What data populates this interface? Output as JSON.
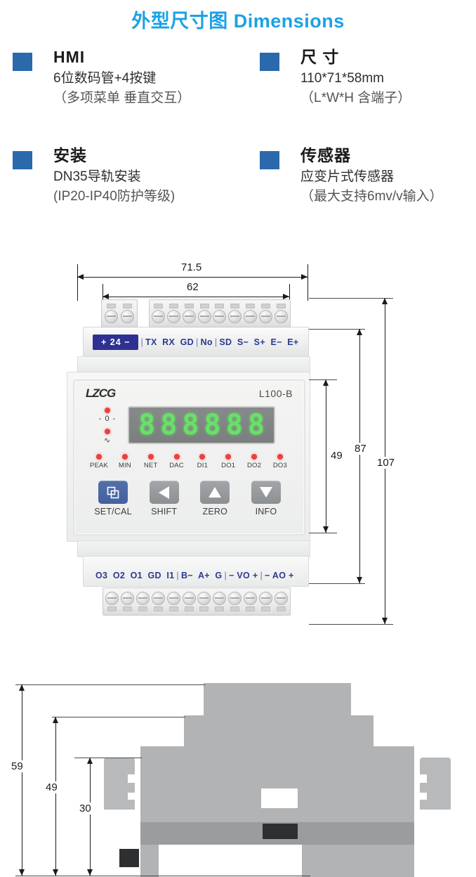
{
  "header": {
    "title": "外型尺寸图 Dimensions",
    "title_color": "#1ba1e6",
    "bullet_color": "#2a69ab"
  },
  "features": [
    {
      "name": "hmi",
      "heading": "HMI",
      "line1": "6位数码管+4按键",
      "line2": "（多项菜单 垂直交互）"
    },
    {
      "name": "size",
      "heading": "尺 寸",
      "line1": "110*71*58mm",
      "line2": "（L*W*H 含端子）"
    },
    {
      "name": "install",
      "heading": "安装",
      "line1": "DN35导轨安装",
      "line2": "(IP20-IP40防护等级)"
    },
    {
      "name": "sensor",
      "heading": "传感器",
      "line1": "应变片式传感器",
      "line2": "（最大支持6mv/v输入）"
    }
  ],
  "front_view": {
    "dimensions": {
      "width_total": "71.5",
      "width_inner": "62",
      "height_panel": "49",
      "height_body": "87",
      "height_total": "107"
    },
    "device": {
      "brand": "LZCG",
      "model": "L100-B"
    },
    "display": {
      "digits": [
        "8",
        "8",
        "8",
        "8",
        "8",
        "8"
      ],
      "digit_color": "#67e167",
      "screen_color": "#7f8282"
    },
    "side_indicators": [
      {
        "label": "- 0 -",
        "name": "zero-indicator"
      },
      {
        "label": "∿",
        "name": "stable-indicator"
      }
    ],
    "status_leds": [
      "PEAK",
      "MIN",
      "NET",
      "DAC",
      "DI1",
      "DO1",
      "DO2",
      "DO3"
    ],
    "led_color": "#ef3e3e",
    "buttons": [
      {
        "label": "SET/CAL",
        "icon": "overlap-squares-icon",
        "style": "blue"
      },
      {
        "label": "SHIFT",
        "icon": "triangle-left-icon",
        "style": "gray"
      },
      {
        "label": "ZERO",
        "icon": "triangle-up-icon",
        "style": "gray"
      },
      {
        "label": "INFO",
        "icon": "triangle-down-icon",
        "style": "gray"
      }
    ],
    "top_terminals": {
      "power_label": "+ 24 −",
      "groups": [
        [
          "TX",
          "RX",
          "GD"
        ],
        [
          "No"
        ],
        [
          "SD",
          "S−",
          "S+",
          "E−",
          "E+"
        ]
      ],
      "left_screws": 2,
      "right_screws": 9
    },
    "bottom_terminals": {
      "groups": [
        [
          "O3",
          "O2",
          "O1",
          "GD",
          "I1"
        ],
        [
          "B−",
          "A+",
          "G"
        ],
        [
          "− VO +"
        ],
        [
          "− AO +"
        ]
      ],
      "screws": 12
    }
  },
  "side_view": {
    "dimensions": {
      "height_total": "59",
      "height_mid": "49",
      "height_rail": "30"
    }
  }
}
